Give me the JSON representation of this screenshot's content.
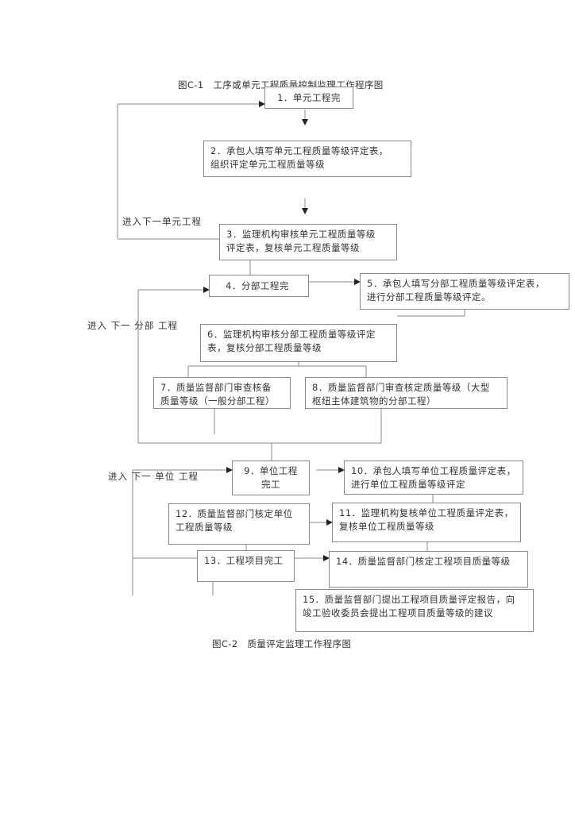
{
  "captions": {
    "top": "图C-1　工序或单元工程质量控制监理工作程序图",
    "bottom": "图C-2　质量评定监理工作程序图"
  },
  "side_labels": {
    "next_unit": "进入下一单元工程",
    "next_part": "进入\n下一\n分部\n工程",
    "next_unit_project": "进入\n下一\n单位\n工程"
  },
  "boxes": {
    "b1": "1．单元工程完",
    "b2": "2．承包人填写单元工程质量等级评定表，\n组织评定单元工程质量等级",
    "b3": "3．监理机构审核单元工程质量等级\n评定表，复核单元工程质量等级",
    "b4": "4．分部工程完",
    "b5": "5．承包人填写分部工程质量等级评定表，\n进行分部工程质量等级评定。",
    "b6": "6．监理机构审核分部工程质量等级评定\n表，复核分部工程质量等级",
    "b7": "7．质量监督部门审查核备\n质量等级（一般分部工程）",
    "b8": "8．质量监督部门审查核定质量等级（大型\n枢纽主体建筑物的分部工程）",
    "b9": "9．单位工程\n完工",
    "b10": "10．承包人填写单位工程质量评定表，\n进行单位工程质量等级评定",
    "b11": "11．监理机构复核单位工程质量评定表，\n复核单位工程质量等级",
    "b12": "12．质量监督部门核定单位\n工程质量等级",
    "b13": "13．工程项目完工",
    "b14": "14．质量监督部门核定工程项目质量等级",
    "b15": "15．质量监督部门提出工程项目质量评定报告，向\n竣工验收委员会提出工程项目质量等级的建议"
  }
}
